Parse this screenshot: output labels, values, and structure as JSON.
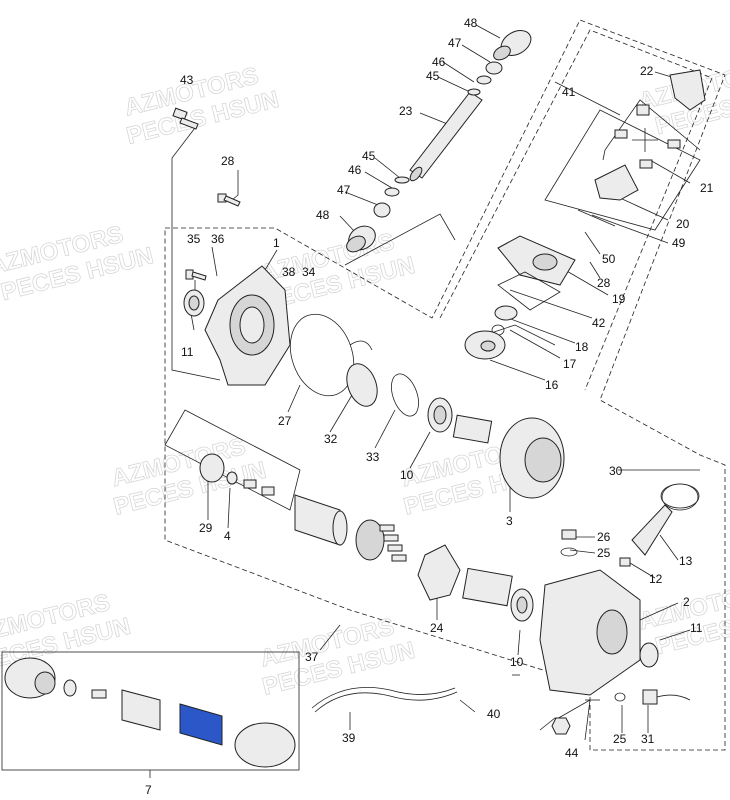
{
  "watermark": {
    "line1": "AZMOTORS",
    "line2": "PECES HSUN"
  },
  "callouts": [
    {
      "id": "c48a",
      "text": "48"
    },
    {
      "id": "c47a",
      "text": "47"
    },
    {
      "id": "c46a",
      "text": "46"
    },
    {
      "id": "c45a",
      "text": "45"
    },
    {
      "id": "c23",
      "text": "23"
    },
    {
      "id": "c45b",
      "text": "45"
    },
    {
      "id": "c46b",
      "text": "46"
    },
    {
      "id": "c47b",
      "text": "47"
    },
    {
      "id": "c48b",
      "text": "48"
    },
    {
      "id": "c43",
      "text": "43"
    },
    {
      "id": "c28a",
      "text": "28"
    },
    {
      "id": "c35",
      "text": "35"
    },
    {
      "id": "c36",
      "text": "36"
    },
    {
      "id": "c1",
      "text": "1"
    },
    {
      "id": "c38",
      "text": "38"
    },
    {
      "id": "c34",
      "text": "34"
    },
    {
      "id": "c11a",
      "text": "11"
    },
    {
      "id": "c22",
      "text": "22"
    },
    {
      "id": "c41",
      "text": "41"
    },
    {
      "id": "c21",
      "text": "21"
    },
    {
      "id": "c20",
      "text": "20"
    },
    {
      "id": "c49",
      "text": "49"
    },
    {
      "id": "c50",
      "text": "50"
    },
    {
      "id": "c28b",
      "text": "28"
    },
    {
      "id": "c19",
      "text": "19"
    },
    {
      "id": "c42",
      "text": "42"
    },
    {
      "id": "c18",
      "text": "18"
    },
    {
      "id": "c17",
      "text": "17"
    },
    {
      "id": "c16",
      "text": "16"
    },
    {
      "id": "c27",
      "text": "27"
    },
    {
      "id": "c32",
      "text": "32"
    },
    {
      "id": "c33",
      "text": "33"
    },
    {
      "id": "c10a",
      "text": "10"
    },
    {
      "id": "c3",
      "text": "3"
    },
    {
      "id": "c30",
      "text": "30"
    },
    {
      "id": "c29",
      "text": "29"
    },
    {
      "id": "c4",
      "text": "4"
    },
    {
      "id": "c26",
      "text": "26"
    },
    {
      "id": "c25a",
      "text": "25"
    },
    {
      "id": "c13",
      "text": "13"
    },
    {
      "id": "c12",
      "text": "12"
    },
    {
      "id": "c2",
      "text": "2"
    },
    {
      "id": "c24",
      "text": "24"
    },
    {
      "id": "c10b",
      "text": "10"
    },
    {
      "id": "c11b",
      "text": "11"
    },
    {
      "id": "c37",
      "text": "37"
    },
    {
      "id": "c39",
      "text": "39"
    },
    {
      "id": "c40",
      "text": "40"
    },
    {
      "id": "c25b",
      "text": "25"
    },
    {
      "id": "c31",
      "text": "31"
    },
    {
      "id": "c44",
      "text": "44"
    },
    {
      "id": "c7",
      "text": "7"
    }
  ],
  "colors": {
    "line": "#222222",
    "part_fill": "#ececec",
    "highlight_part": "#2b57c9",
    "watermark": "#d7d7d7"
  }
}
